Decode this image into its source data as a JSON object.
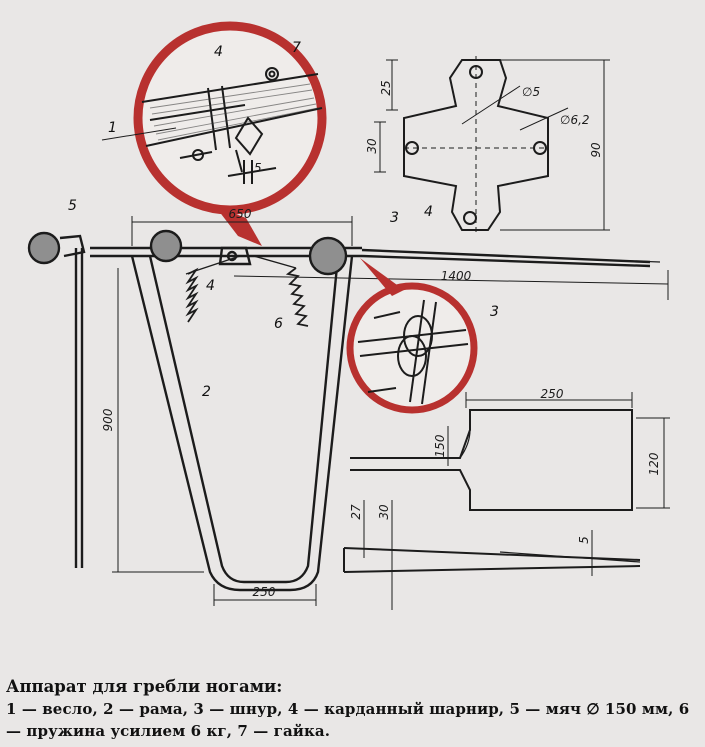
{
  "caption": {
    "title": "Аппарат для гребли ногами:",
    "legend": "1 — весло, 2 — рама, 3 — шнур, 4 — карданный шарнир, 5 — мяч ∅ 150 мм, 6 — пружина усилием 6 кг, 7 — гайка."
  },
  "callouts": [
    "1",
    "2",
    "3",
    "4",
    "5",
    "6",
    "7"
  ],
  "dimensions": {
    "frame_width": "650",
    "frame_height": "900",
    "bottom_width": "250",
    "oar_length": "1400",
    "plate_25": "25",
    "plate_30": "30",
    "plate_90": "90",
    "hole_5": "∅5",
    "hole_6_2": "∅6,2",
    "detail_5": "5",
    "blade_250": "250",
    "blade_150": "150",
    "blade_120": "120",
    "blade_27": "27",
    "blade_30": "30",
    "blade_5": "5"
  },
  "colors": {
    "ink": "#1c1c1c",
    "accent_red": "#c23a3a",
    "paper": "#e9e7e6"
  }
}
